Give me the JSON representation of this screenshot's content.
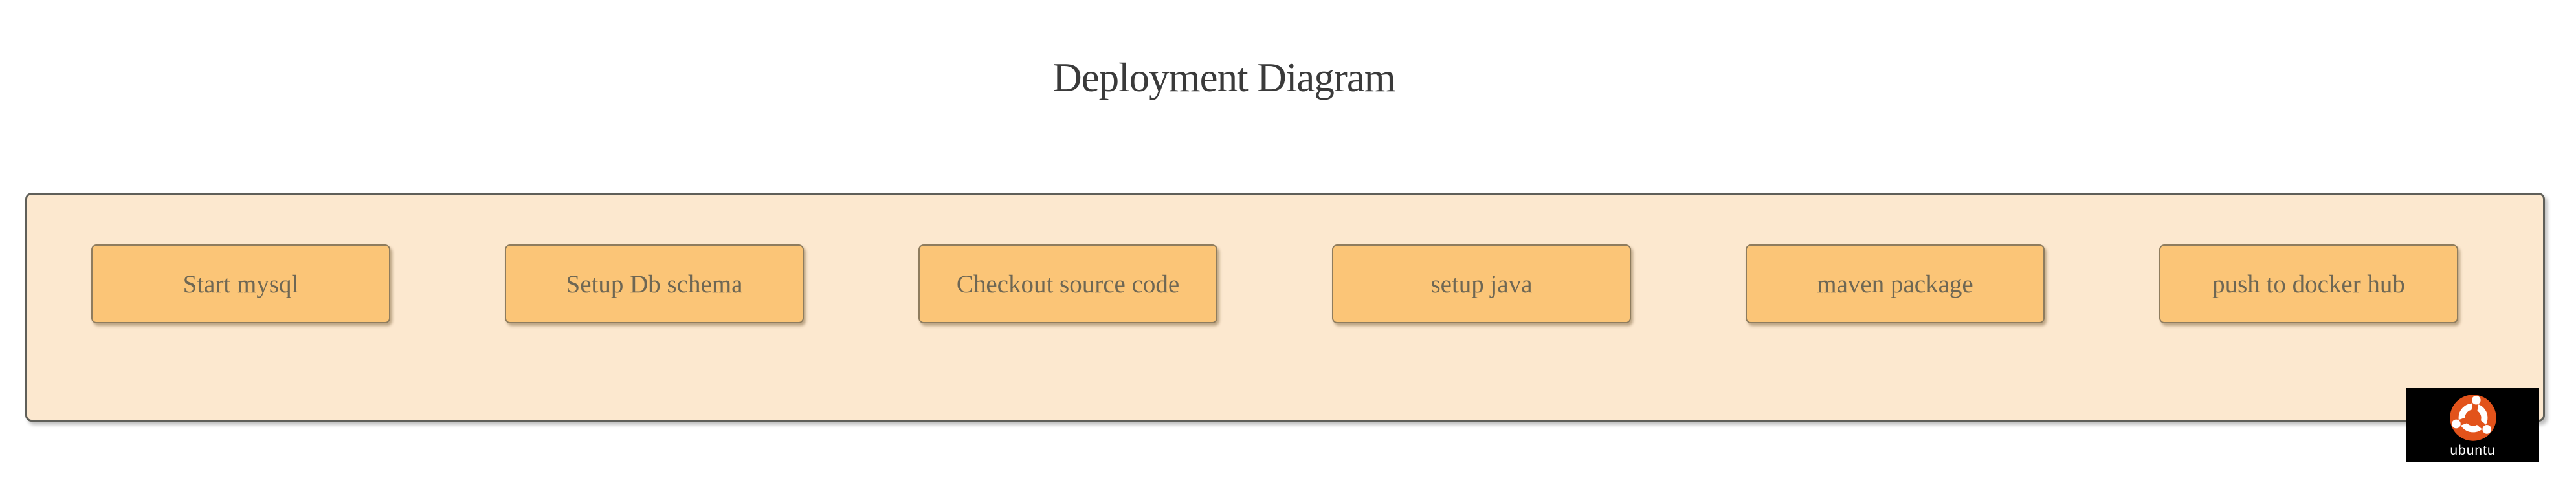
{
  "title": "Deployment Diagram",
  "diagram": {
    "container": {
      "kind": "deployment-node"
    },
    "nodes": [
      {
        "label": "Start mysql"
      },
      {
        "label": "Setup Db schema"
      },
      {
        "label": "Checkout source code"
      },
      {
        "label": "setup java"
      },
      {
        "label": "maven package"
      },
      {
        "label": "push to docker hub"
      }
    ],
    "platform_badge": {
      "label": "ubuntu",
      "icon": "ubuntu-circle-of-friends-icon"
    }
  },
  "colors": {
    "page_background": "#ffffff",
    "container_fill": "#fce8cf",
    "container_border": "#5f5f59",
    "task_fill": "#fbc577",
    "task_border": "#8e7c5e",
    "task_text": "#6e6754",
    "title_text": "#3a3a3a",
    "badge_background": "#000000",
    "ubuntu_orange": "#e2531b"
  }
}
